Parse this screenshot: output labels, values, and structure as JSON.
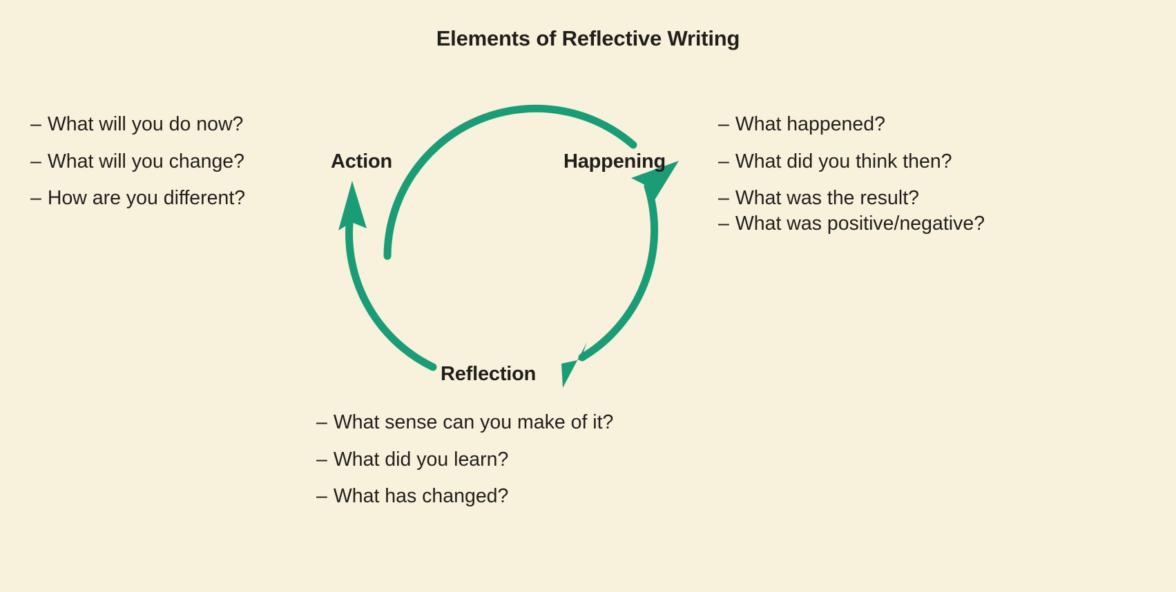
{
  "title": "Elements of Reflective Writing",
  "colors": {
    "background": "#f8f1dc",
    "text": "#211f1c",
    "arrow_green": "#1a9c76"
  },
  "nodes": {
    "action": "Action",
    "happening": "Happening",
    "reflection": "Reflection"
  },
  "lists": {
    "action": {
      "items": [
        "What will you do now?",
        "What will you change?",
        "How are you different?"
      ]
    },
    "happening": {
      "items": [
        "What happened?",
        "What did you think then?",
        "What was the result?",
        "What was positive/negative?"
      ]
    },
    "reflection": {
      "items": [
        "What sense can you make of it?",
        "What did you learn?",
        "What has changed?"
      ]
    }
  },
  "bullet": "–",
  "diagram": {
    "type": "cycle",
    "direction": "clockwise",
    "arcs": [
      {
        "from": "Action",
        "to": "Happening"
      },
      {
        "from": "Happening",
        "to": "Reflection"
      },
      {
        "from": "Reflection",
        "to": "Action"
      }
    ]
  }
}
